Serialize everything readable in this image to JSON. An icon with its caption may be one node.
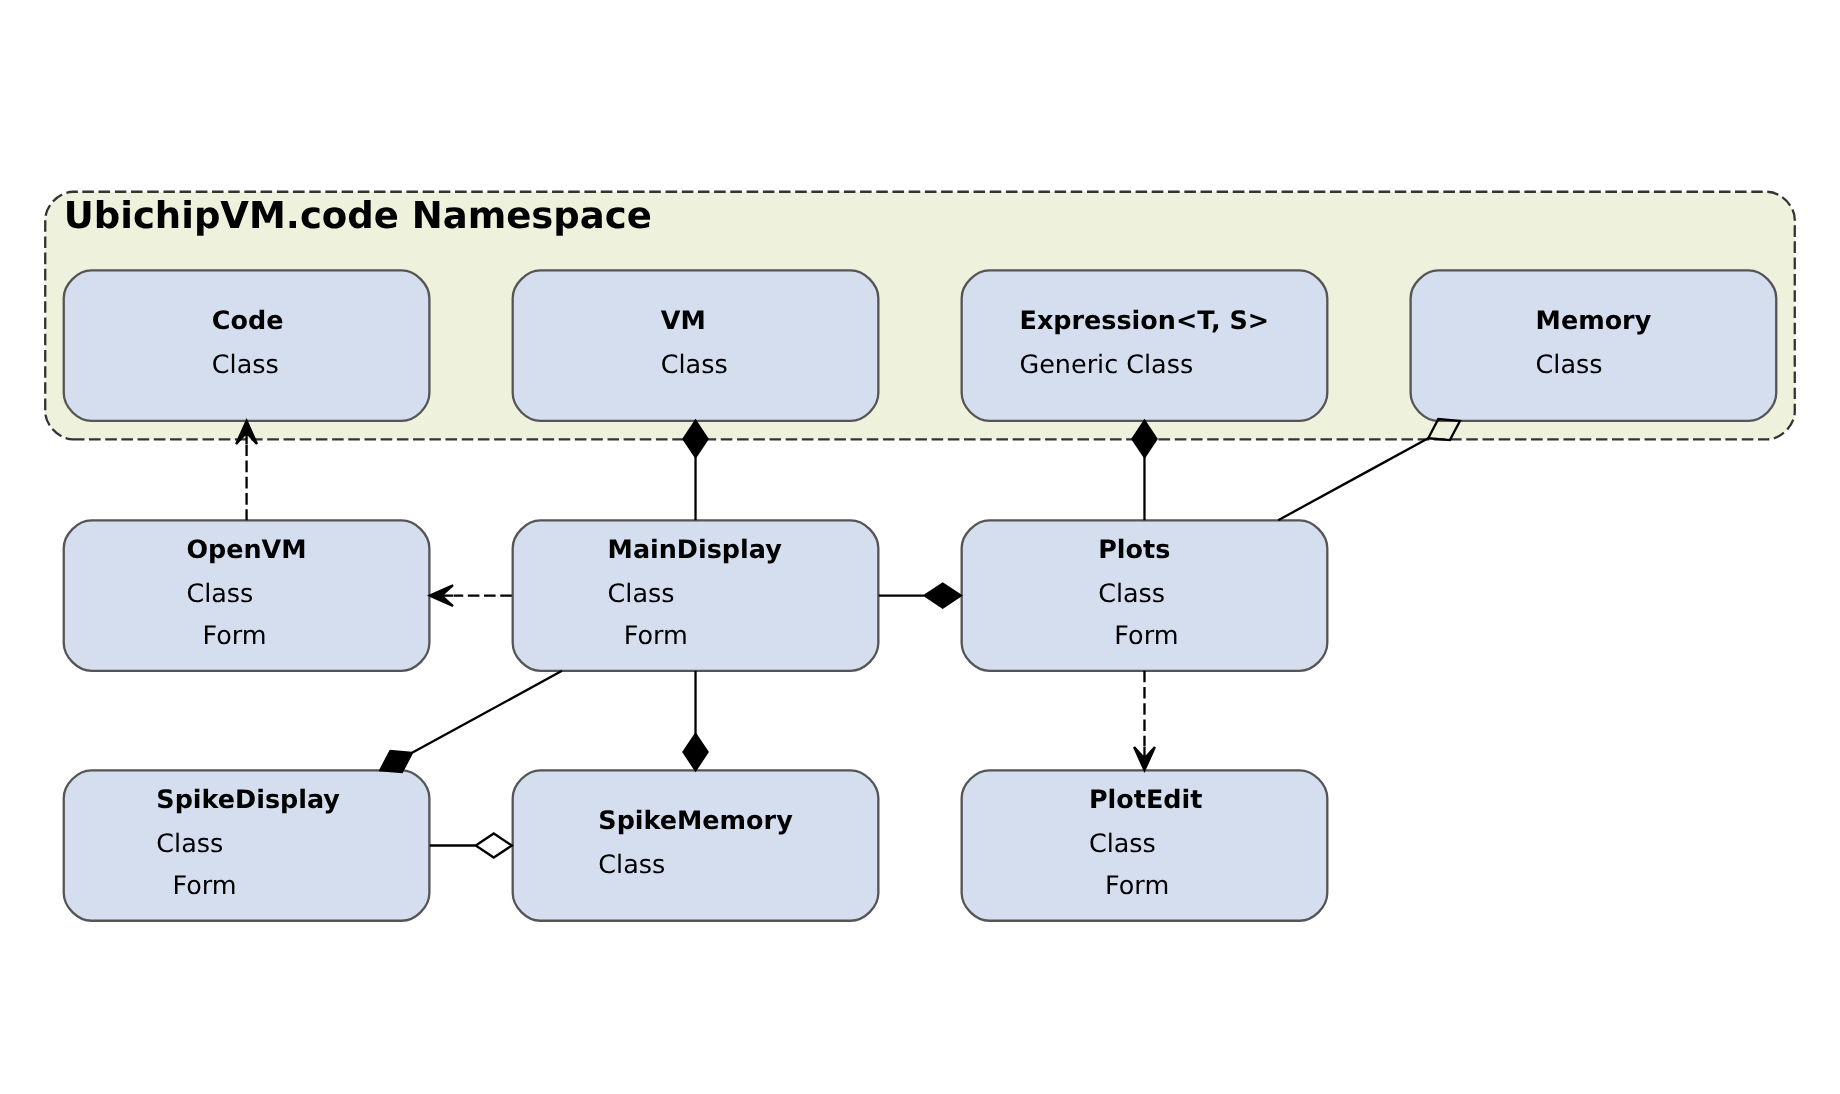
{
  "diagram": {
    "nodes": [
      {
        "text": [
          "UbichipVM.code Namespace"
        ]
      },
      {
        "text": [
          "Code",
          "Class"
        ],
        "in": 0
      },
      {
        "text": [
          "VM",
          "Class"
        ],
        "in": 0
      },
      {
        "text": [
          "Memory",
          "Class"
        ],
        "in": 0
      },
      {
        "text": [
          "Expression<T, S>",
          "Generic Class"
        ],
        "in": 0
      },
      {
        "text": [
          "OpenVM",
          "Class",
          "Form"
        ]
      },
      {
        "text": [
          "MainDisplay",
          "Class",
          "Form"
        ]
      },
      {
        "text": [
          "Plots",
          "Class",
          "Form"
        ]
      },
      {
        "text": [
          "SpikeMemory",
          "Class"
        ]
      },
      {
        "text": [
          "SpikeDisplay",
          "Class",
          "Form"
        ]
      },
      {
        "text": [
          "PlotEdit",
          "Class",
          "Form"
        ]
      }
    ],
    "edges": [
      {
        "from": 5,
        "to": 1,
        "arrow": "to",
        "style": "dashed"
      },
      {
        "from": 6,
        "to": 2,
        "arrow": "other"
      },
      {
        "from": 7,
        "to": 3,
        "arrow": "other"
      },
      {
        "from": 7,
        "to": 4,
        "arrow": "other"
      },
      {
        "from": 6,
        "to": 5,
        "arrow": "to",
        "style": "dashed"
      },
      {
        "from": 6,
        "to": 7,
        "arrow": "other"
      },
      {
        "from": 6,
        "to": 8,
        "arrow": "other"
      },
      {
        "from": 6,
        "to": 9,
        "arrow": "other"
      },
      {
        "from": 9,
        "to": 8,
        "arrow": "other"
      },
      {
        "from": 7,
        "to": 10,
        "arrow": "to",
        "style": "dashed"
      }
    ]
  }
}
